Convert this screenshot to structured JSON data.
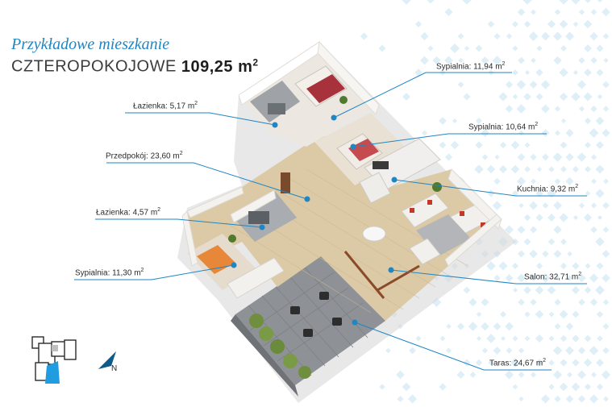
{
  "title": {
    "line1": "Przykładowe mieszkanie",
    "line2_prefix": "CZTEROPOKOJOWE",
    "area_value": "109,25 m",
    "area_sup": "2"
  },
  "rooms": [
    {
      "id": "sypialnia-1194",
      "name": "Sypialnia: 11,94 m",
      "sup": "2"
    },
    {
      "id": "lazienka-517",
      "name": "Łazienka: 5,17 m",
      "sup": "2"
    },
    {
      "id": "sypialnia-1064",
      "name": "Sypialnia: 10,64 m",
      "sup": "2"
    },
    {
      "id": "przedpokoj",
      "name": "Przedpokój: 23,60 m",
      "sup": "2"
    },
    {
      "id": "kuchnia",
      "name": "Kuchnia: 9,32 m",
      "sup": "2"
    },
    {
      "id": "lazienka-457",
      "name": "Łazienka: 4,57 m",
      "sup": "2"
    },
    {
      "id": "salon",
      "name": "Salon: 32,71 m",
      "sup": "2"
    },
    {
      "id": "sypialnia-1130",
      "name": "Sypialnia: 11,30 m",
      "sup": "2"
    },
    {
      "id": "taras",
      "name": "Taras: 24,67 m",
      "sup": "2"
    }
  ],
  "compass_letter": "N",
  "colors": {
    "accent": "#1f86c4",
    "leader_line": "#1f86c4",
    "wall": "#f4f2ee",
    "floor_wood": "#dcc9a6",
    "floor_tile": "#b9bcbf",
    "terrace": "#8e9296"
  }
}
